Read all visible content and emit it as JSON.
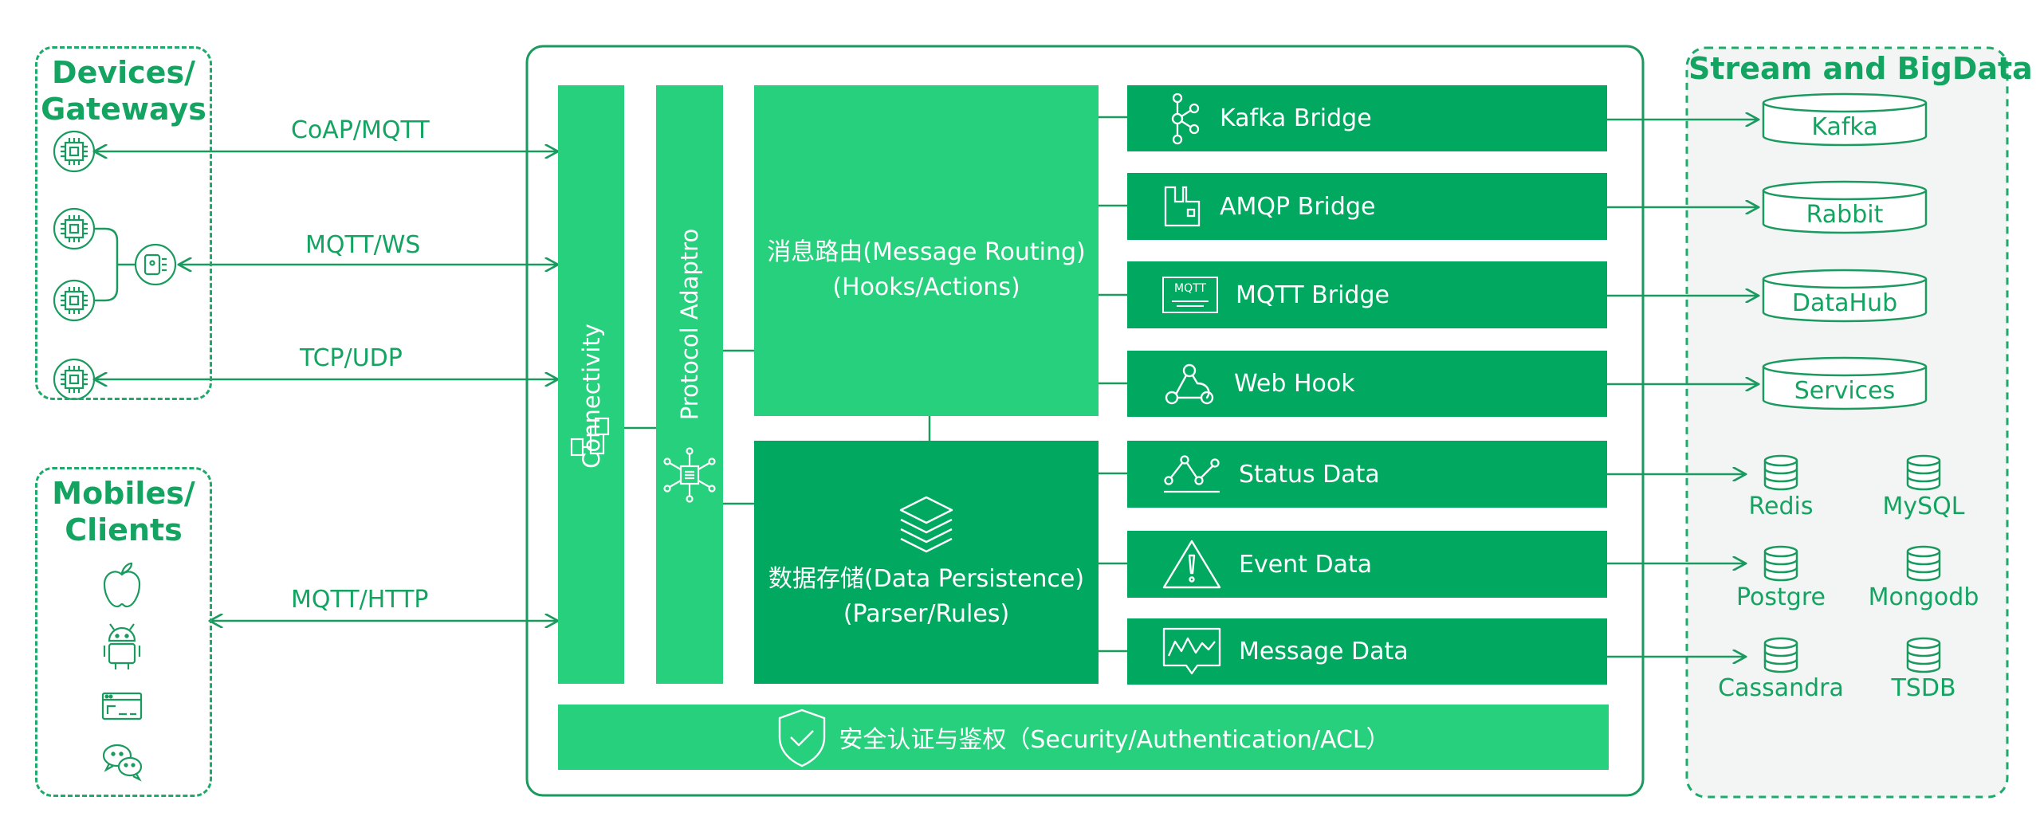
{
  "panels": {
    "devices_title_line1": "Devices/",
    "devices_title_line2": "Gateways",
    "mobiles_title_line1": "Mobiles/",
    "mobiles_title_line2": "Clients",
    "stream_title": "Stream and BigData"
  },
  "protocols": {
    "coap_mqtt": "CoAP/MQTT",
    "mqtt_ws": "MQTT/WS",
    "tcp_udp": "TCP/UDP",
    "mqtt_http": "MQTT/HTTP"
  },
  "columns": {
    "connectivity": "Connectivity",
    "protocol_adaptor": "Protocol Adaptro"
  },
  "routing": {
    "line1": "消息路由(Message Routing)",
    "line2": "(Hooks/Actions)"
  },
  "persistence": {
    "line1": "数据存储(Data Persistence)",
    "line2": "(Parser/Rules)"
  },
  "bridges": {
    "kafka": "Kafka Bridge",
    "amqp": "AMQP Bridge",
    "mqtt": "MQTT Bridge",
    "webhook": "Web Hook",
    "status": "Status Data",
    "event": "Event Data",
    "message": "Message Data"
  },
  "icons": {
    "mqtt_icon_text": "MQTT"
  },
  "security": {
    "label": "安全认证与鉴权（Security/Authentication/ACL）"
  },
  "targets": {
    "kafka": "Kafka",
    "rabbit": "Rabbit",
    "datahub": "DataHub",
    "services": "Services"
  },
  "databases": {
    "redis": "Redis",
    "mysql": "MySQL",
    "postgre": "Postgre",
    "mongodb": "Mongodb",
    "cassandra": "Cassandra",
    "tsdb": "TSDB"
  },
  "colors": {
    "light_green": "#26d07c",
    "mid_green": "#1fc171",
    "dark_green": "#00a95f",
    "accent": "#13a461",
    "line": "#1a9a5e",
    "panel_bg": "#f3f4f4"
  }
}
